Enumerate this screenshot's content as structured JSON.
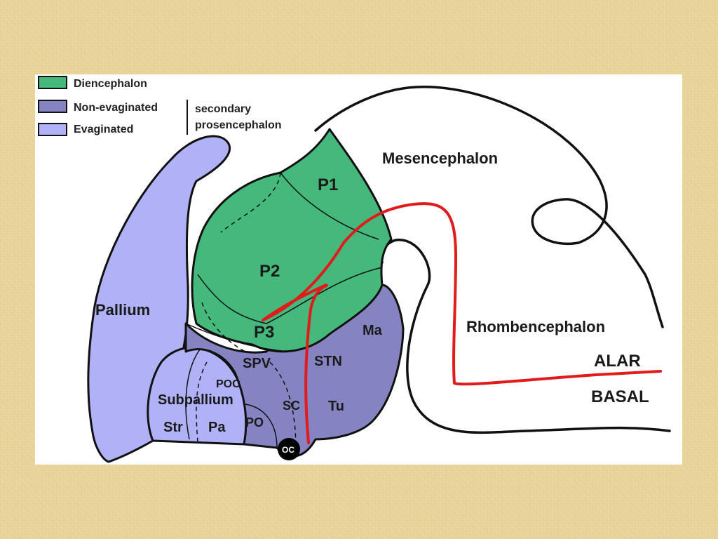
{
  "colors": {
    "diencephalon": "#45b97c",
    "non_evaginated": "#8683c2",
    "evaginated": "#b0b1f7",
    "alar_basal_boundary": "#e01b1b",
    "background": "#e9d59c"
  },
  "legend": {
    "items": [
      {
        "label": "Diencephalon",
        "color": "#45b97c"
      },
      {
        "label": "Non-evaginated",
        "color": "#8683c2"
      },
      {
        "label": "Evaginated",
        "color": "#b0b1f7"
      }
    ],
    "group_label_line1": "secondary",
    "group_label_line2": "prosencephalon"
  },
  "regions": {
    "mesencephalon": "Mesencephalon",
    "rhombencephalon": "Rhombencephalon",
    "pallium": "Pallium",
    "subpallium": "Subpallium",
    "p1": "P1",
    "p2": "P2",
    "p3": "P3",
    "spv": "SPV",
    "stn": "STN",
    "ma": "Ma",
    "poc": "POC",
    "sc": "SC",
    "tu": "Tu",
    "str": "Str",
    "pa": "Pa",
    "po": "PO",
    "oc": "OC"
  },
  "zones": {
    "alar": "ALAR",
    "basal": "BASAL"
  }
}
